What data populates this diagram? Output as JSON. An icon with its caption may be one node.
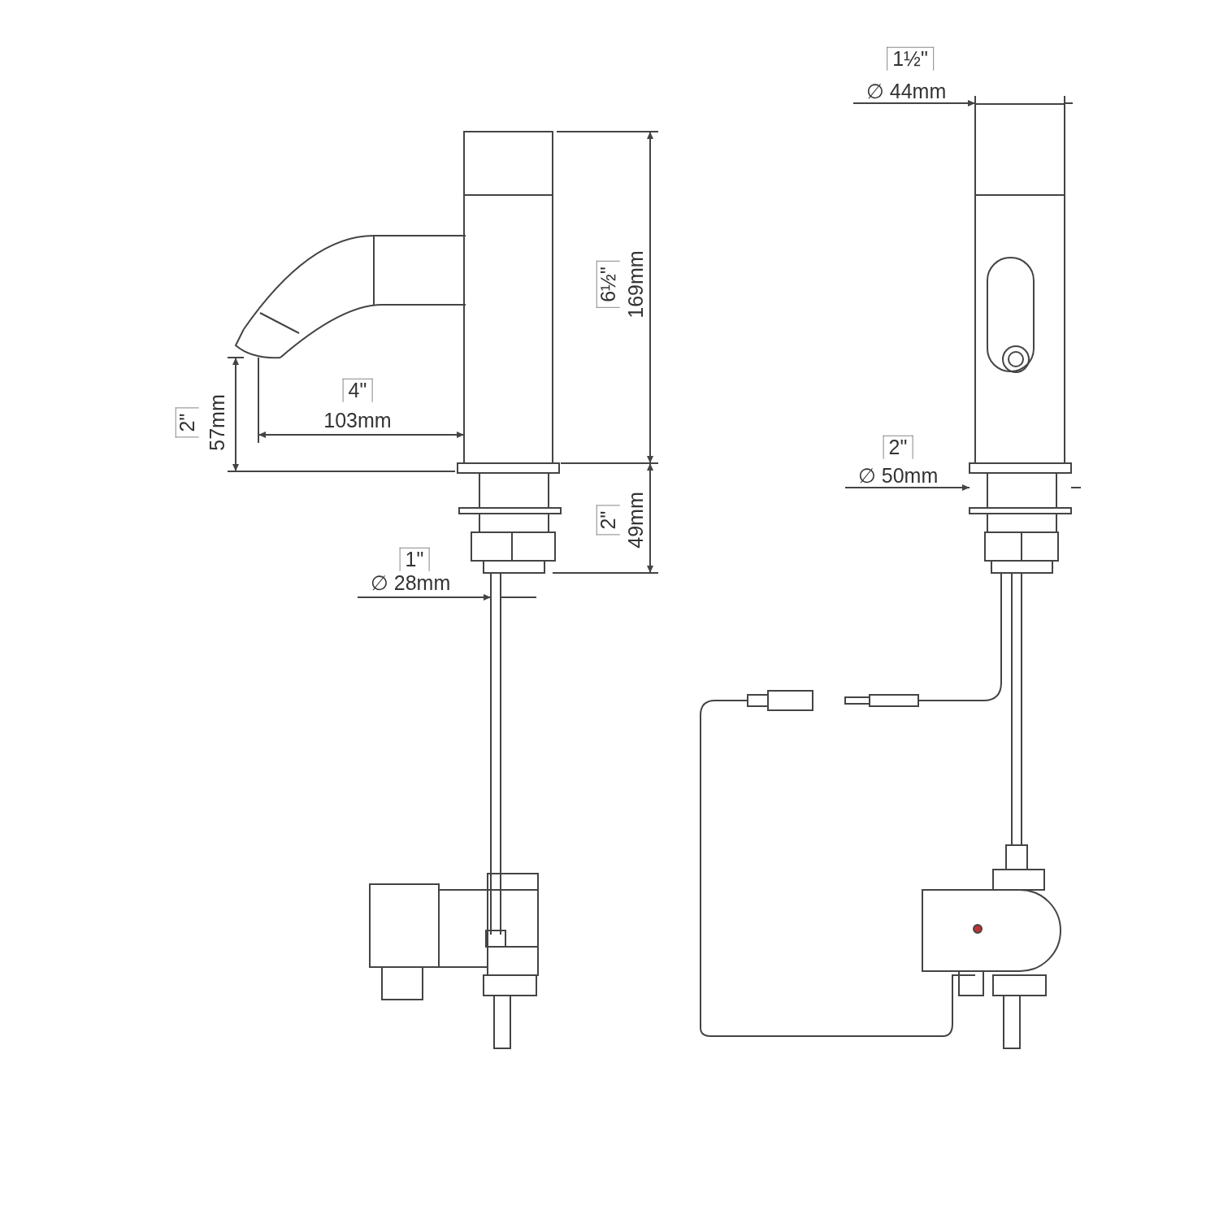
{
  "diagram": {
    "labels": [
      "1½\"",
      "∅ 44mm",
      "6½\"",
      "169mm",
      "4\"",
      "103mm",
      "2\"",
      "57mm",
      "2\"",
      "∅ 50mm",
      "2\"",
      "49mm",
      "1\"",
      "∅ 28mm"
    ]
  }
}
